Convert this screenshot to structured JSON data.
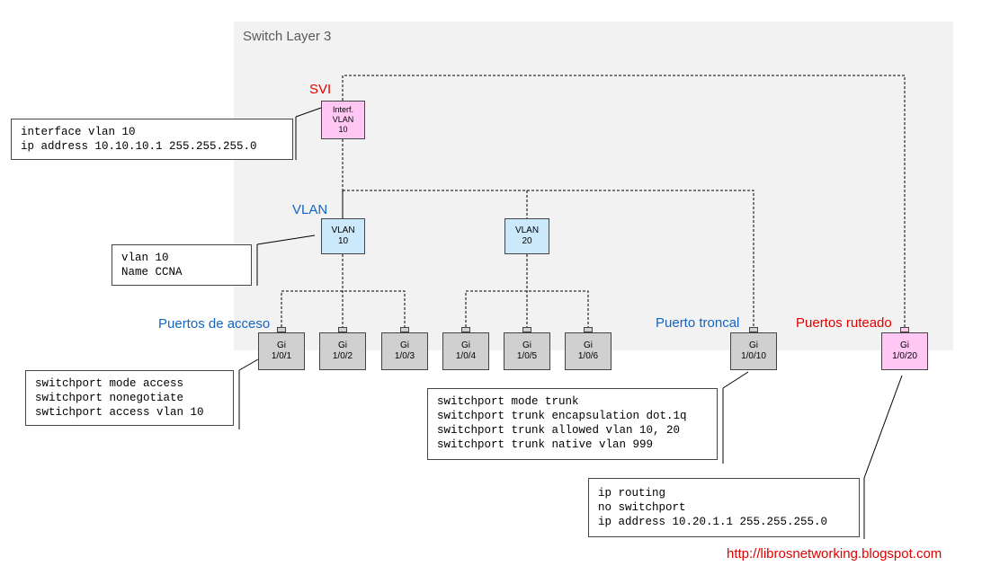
{
  "switch": {
    "title": "Switch Layer 3"
  },
  "labels": {
    "svi": "SVI",
    "vlan": "VLAN",
    "access_ports": "Puertos de acceso",
    "trunk_port": "Puerto troncal",
    "routed_ports": "Puertos ruteado"
  },
  "svi_node": {
    "line1": "Interf.",
    "line2": "VLAN",
    "line3": "10"
  },
  "vlans": [
    {
      "line1": "VLAN",
      "line2": "10"
    },
    {
      "line1": "VLAN",
      "line2": "20"
    }
  ],
  "ports": [
    {
      "type": "Gi",
      "id": "1/0/1"
    },
    {
      "type": "Gi",
      "id": "1/0/2"
    },
    {
      "type": "Gi",
      "id": "1/0/3"
    },
    {
      "type": "Gi",
      "id": "1/0/4"
    },
    {
      "type": "Gi",
      "id": "1/0/5"
    },
    {
      "type": "Gi",
      "id": "1/0/6"
    },
    {
      "type": "Gi",
      "id": "1/0/10"
    },
    {
      "type": "Gi",
      "id": "1/0/20"
    }
  ],
  "configs": {
    "svi": [
      "interface vlan 10",
      "ip address 10.10.10.1 255.255.255.0"
    ],
    "vlan": [
      "vlan 10",
      "Name CCNA"
    ],
    "access": [
      "switchport mode access",
      "switchport nonegotiate",
      "swtichport access vlan 10"
    ],
    "trunk": [
      "switchport mode trunk",
      "switchport trunk encapsulation dot.1q",
      "switchport trunk allowed vlan 10, 20",
      "switchport trunk native vlan 999"
    ],
    "routed": [
      "ip routing",
      "no switchport",
      "ip address 10.20.1.1 255.255.255.0"
    ]
  },
  "colors": {
    "svi": "#ffc8f4",
    "vlan": "#cce8fb",
    "port": "#d0d0d0",
    "label_blue": "#1565c0",
    "label_red": "#e00000"
  },
  "footer": {
    "url": "http://librosnetworking.blogspot.com"
  }
}
